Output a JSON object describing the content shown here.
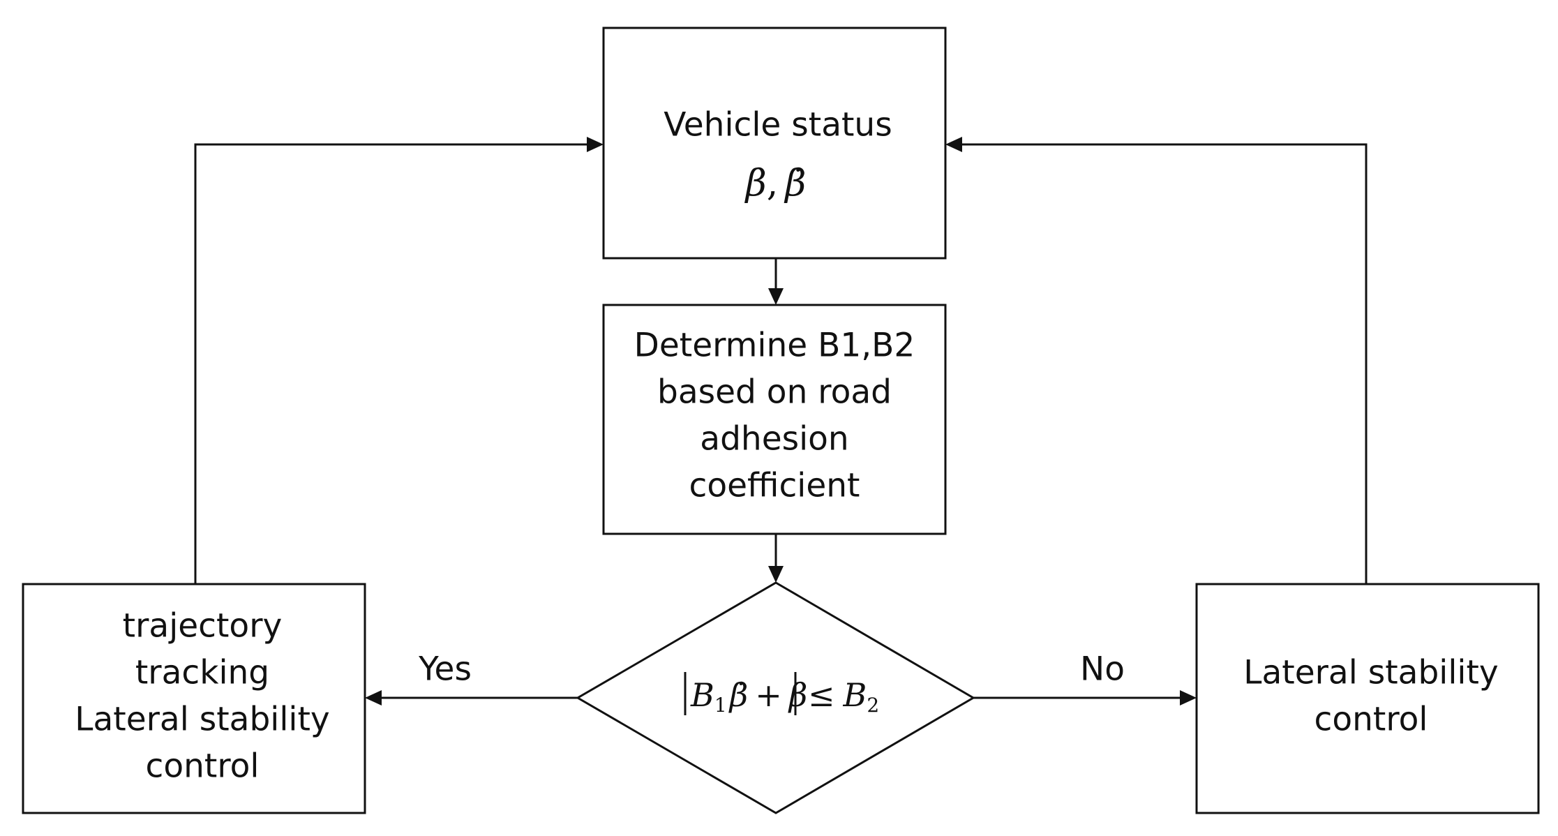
{
  "nodes": {
    "vehicle_status": {
      "title": "Vehicle status",
      "symbol": "β",
      "separator": ",",
      "symbol_dot": "β̇"
    },
    "determine": {
      "lines": [
        "Determine B1,B2",
        "based on road",
        "adhesion",
        "coefficient"
      ]
    },
    "decision": {
      "bar": "|",
      "b1": "B",
      "b1_sub": "1",
      "beta_dot": "β̇",
      "plus": "+",
      "beta": "β",
      "leq": "≤",
      "b2": "B",
      "b2_sub": "2"
    },
    "trajectory": {
      "lines": [
        "trajectory",
        "tracking",
        "Lateral stability",
        "control"
      ]
    },
    "lateral": {
      "lines": [
        "Lateral stability",
        "control"
      ]
    }
  },
  "edges": {
    "yes_label": "Yes",
    "no_label": "No"
  }
}
